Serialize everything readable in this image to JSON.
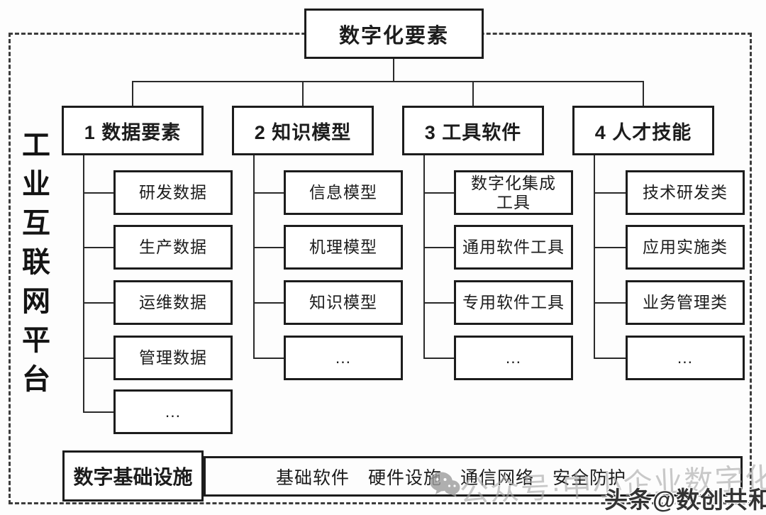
{
  "diagram": {
    "root_label": "数字化要素",
    "platform_label": "工业互联网平台",
    "branches": [
      {
        "label": "1 数据要素",
        "children": [
          "研发数据",
          "生产数据",
          "运维数据",
          "管理数据",
          "..."
        ]
      },
      {
        "label": "2 知识模型",
        "children": [
          "信息模型",
          "机理模型",
          "知识模型",
          "..."
        ]
      },
      {
        "label": "3 工具软件",
        "children": [
          "数字化集成工具",
          "通用软件工具",
          "专用软件工具",
          "..."
        ]
      },
      {
        "label": "4 人才技能",
        "children": [
          "技术研发类",
          "应用实施类",
          "业务管理类",
          "..."
        ]
      }
    ],
    "foundation": {
      "label": "数字基础设施",
      "items": [
        "基础软件",
        "硬件设施",
        "通信网络",
        "安全防护"
      ]
    },
    "watermarks": {
      "wechat_text": "公众号·中小企业数字化转型",
      "toutiao_text": "头条@数创共和"
    },
    "colors": {
      "line": "#1c1c1c",
      "background": "#fdfdfd",
      "watermark_gray": "#a8a8a8"
    }
  }
}
